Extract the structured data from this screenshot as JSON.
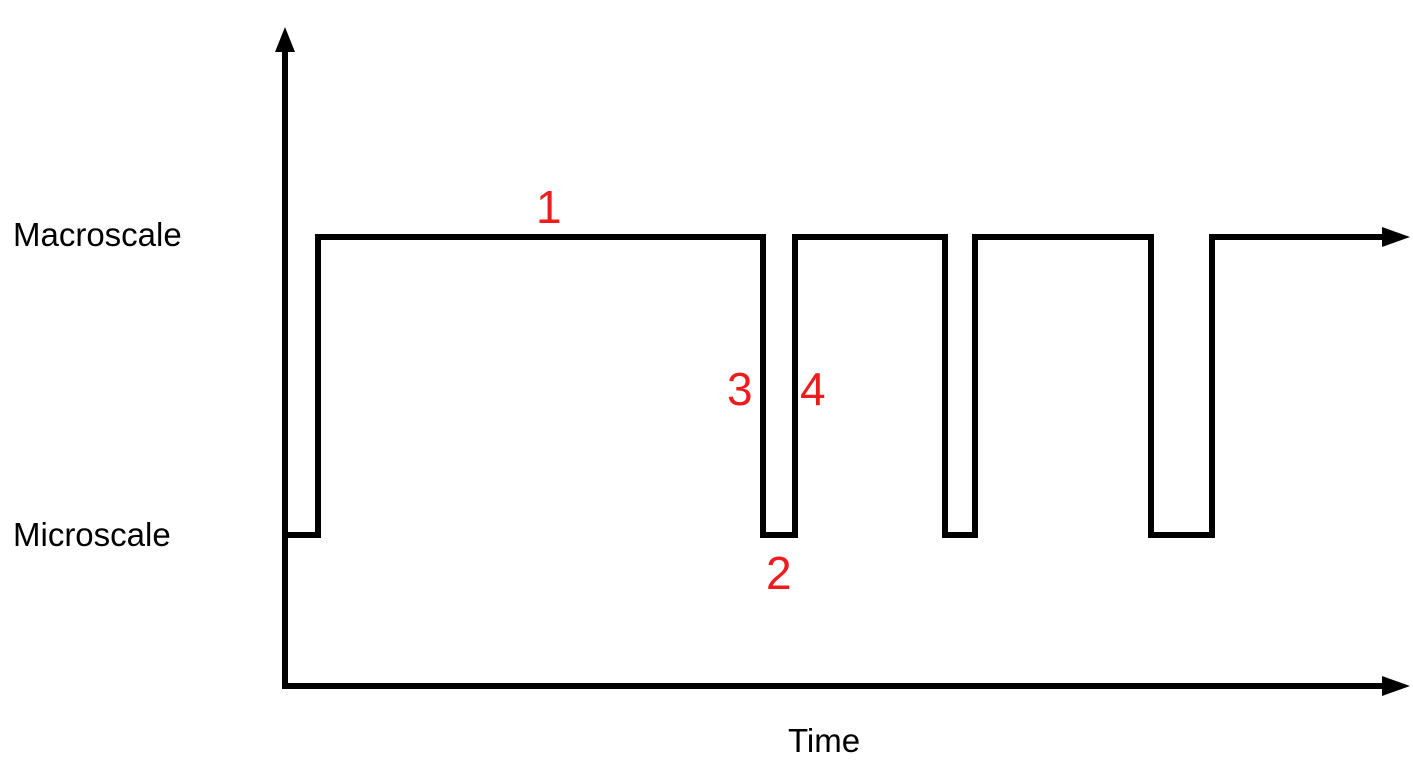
{
  "labels": {
    "macroscale": "Macroscale",
    "microscale": "Microscale",
    "time": "Time"
  },
  "markers": [
    "1",
    "2",
    "3",
    "4"
  ],
  "colors": {
    "line": "#000000",
    "marker": "#ee1c1c"
  }
}
